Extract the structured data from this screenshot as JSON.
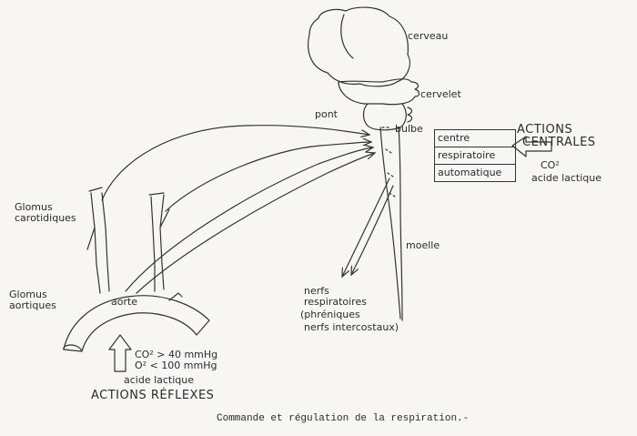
{
  "labels": {
    "cerveau": "cerveau",
    "cervelet": "cervelet",
    "pont": "pont",
    "bulbe": "bulbe",
    "moelle": "moelle",
    "glomus_carotidiques_1": "Glomus",
    "glomus_carotidiques_2": "carotidiques",
    "glomus_aortiques_1": "Glomus",
    "glomus_aortiques_2": "aortiques",
    "aorte": "aorte",
    "nerfs_1": "nerfs",
    "nerfs_2": "respiratoires",
    "nerfs_3": "(phréniques",
    "nerfs_4": "nerfs intercostaux)"
  },
  "centre_box": {
    "line1": "centre",
    "line2": "respiratoire",
    "line3": "automatique"
  },
  "actions_centrales": {
    "line1": "ACTIONS",
    "line2": "CENTRALES",
    "stim1": "CO²",
    "stim2": "acide lactique"
  },
  "actions_reflexes": {
    "stim1": "CO² > 40 mmHg",
    "stim2": "O² < 100 mmHg",
    "stim3": "acide lactique",
    "title": "ACTIONS RÉFLEXES"
  },
  "caption": "Commande et régulation de la respiration.-"
}
